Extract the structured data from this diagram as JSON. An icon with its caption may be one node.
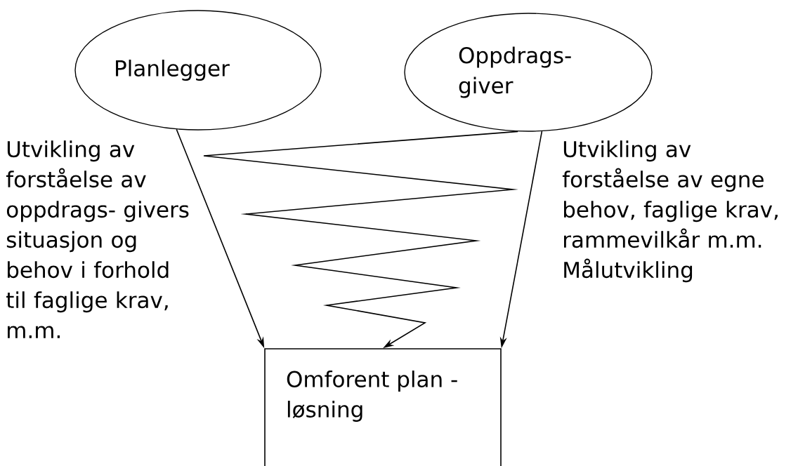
{
  "diagram": {
    "nodes": [
      {
        "text": [
          "Planlegger"
        ]
      },
      {
        "text": [
          "Oppdrags- giver"
        ]
      },
      {
        "text": [
          "Omforent plan - løsning"
        ]
      }
    ],
    "edges": [
      {
        "from": 1,
        "to": 2,
        "arrow": "to"
      },
      {
        "from": 0,
        "to": 2,
        "arrow": "to"
      },
      {
        "from": 1,
        "to": 2,
        "arrow": "to"
      }
    ],
    "labels": [
      "Utvikling av forståelse av oppdrags- givers situasjon og behov i forhold til faglige krav, m.m.",
      "Utvikling av forståelse av egne behov, faglige krav, rammevilkår m.m. Målutvikling"
    ]
  }
}
